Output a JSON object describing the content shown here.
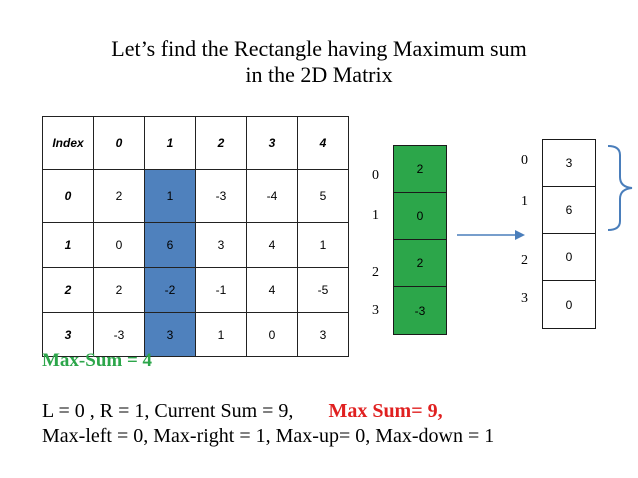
{
  "title": {
    "line1": "Let’s find the Rectangle having Maximum sum",
    "line2": "in the 2D Matrix"
  },
  "matrix": {
    "header": [
      "Index",
      "0",
      "1",
      "2",
      "3",
      "4"
    ],
    "rows": [
      {
        "index": "0",
        "values": [
          "2",
          "1",
          "-3",
          "-4",
          "5"
        ]
      },
      {
        "index": "1",
        "values": [
          "0",
          "6",
          "3",
          "4",
          "1"
        ]
      },
      {
        "index": "2",
        "values": [
          "2",
          "-2",
          "-1",
          "4",
          "-5"
        ]
      },
      {
        "index": "3",
        "values": [
          "-3",
          "3",
          "1",
          "0",
          "3"
        ]
      }
    ],
    "highlight_color": "#4f81bd"
  },
  "temp_column": {
    "values": [
      "2",
      "0",
      "2",
      "-3"
    ],
    "indices": [
      "0",
      "1",
      "2",
      "3"
    ],
    "color": "#2ca64a"
  },
  "result_column": {
    "values": [
      "3",
      "6",
      "0",
      "0"
    ],
    "indices": [
      "0",
      "1",
      "2",
      "3"
    ]
  },
  "max_sum_label": "Max-Sum = 4",
  "status": {
    "line1_prefix": "L = 0 , R = 1, Current Sum = 9,",
    "line1_highlight": "Max Sum= 9,",
    "line2": "Max-left = 0, Max-right = 1, Max-up= 0, Max-down = 1"
  },
  "colors": {
    "arrow": "#4a7ebb",
    "bracket": "#4a7ebb",
    "max_sum": "#e02020"
  }
}
